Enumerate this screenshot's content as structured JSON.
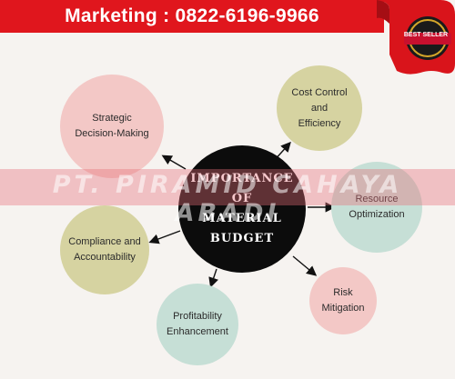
{
  "banner": {
    "text": "Marketing : 0822-6196-9966"
  },
  "badge": {
    "line1": "BEST",
    "line2": "SELLER"
  },
  "center": {
    "title": "IMPORTANCE\nOF\nMATERIAL\nBUDGET"
  },
  "nodes": [
    {
      "id": "strategic",
      "label": "Strategic Decision-Making",
      "color": "#f3c8c6"
    },
    {
      "id": "cost",
      "label": "Cost Control and Efficiency",
      "color": "#d6d3a1"
    },
    {
      "id": "resource",
      "label": "Resource Optimization",
      "color": "#c6dfd6"
    },
    {
      "id": "compliance",
      "label": "Compliance and Accountability",
      "color": "#d6d3a1"
    },
    {
      "id": "risk",
      "label": "Risk Mitigation",
      "color": "#f3c8c6"
    },
    {
      "id": "profitability",
      "label": "Profitability Enhancement",
      "color": "#c6dfd6"
    }
  ],
  "watermark": {
    "text": "PT. PIRAMID CAHAYA ABADI"
  },
  "colors": {
    "banner": "#e0161d",
    "center": "#0c0c0c",
    "background": "#f6f3f0"
  }
}
